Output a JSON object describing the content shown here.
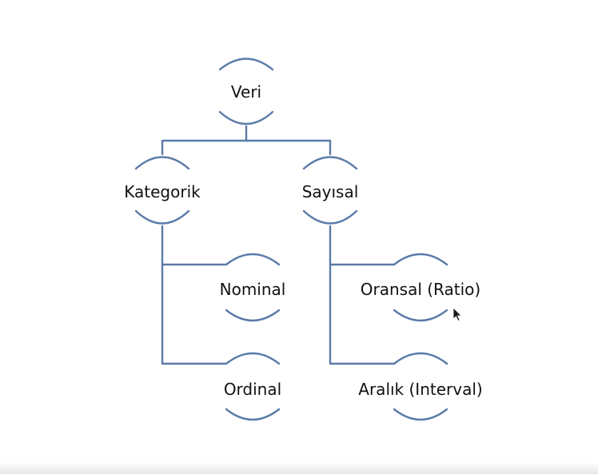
{
  "diagram": {
    "root": {
      "label": "Veri"
    },
    "categorical": {
      "label": "Kategorik",
      "children": [
        {
          "label": "Nominal"
        },
        {
          "label": "Ordinal"
        }
      ]
    },
    "numerical": {
      "label": "Sayısal",
      "children": [
        {
          "label": "Oransal (Ratio)"
        },
        {
          "label": "Aralık (Interval)"
        }
      ]
    }
  },
  "colors": {
    "connector": "#5b7ba8",
    "text": "#111111",
    "background": "#ffffff"
  }
}
